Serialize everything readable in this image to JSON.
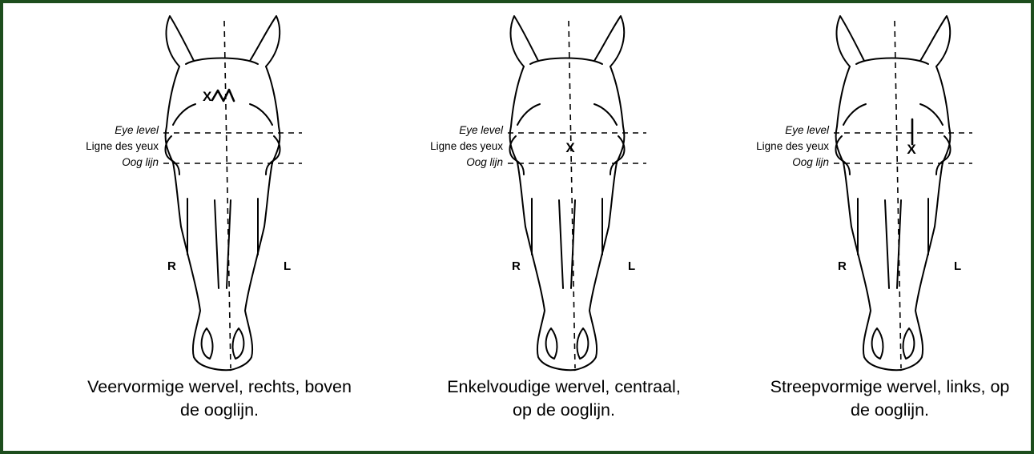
{
  "border_color": "#1d4d1d",
  "panels": [
    {
      "eye_level_label": "Eye level",
      "ligne_label": "Ligne des yeux",
      "oog_label": "Oog lijn",
      "right_label": "R",
      "left_label": "L",
      "marker": "X",
      "caption_line1": "Veervormige wervel, rechts, boven",
      "caption_line2": "de ooglijn."
    },
    {
      "eye_level_label": "Eye level",
      "ligne_label": "Ligne des yeux",
      "oog_label": "Oog lijn",
      "right_label": "R",
      "left_label": "L",
      "marker": "X",
      "caption_line1": "Enkelvoudige wervel, centraal,",
      "caption_line2": "op de ooglijn."
    },
    {
      "eye_level_label": "Eye level",
      "ligne_label": "Ligne des yeux",
      "oog_label": "Oog lijn",
      "right_label": "R",
      "left_label": "L",
      "marker": "X",
      "caption_line1": "Streepvormige wervel, links, op",
      "caption_line2": "de ooglijn."
    }
  ]
}
